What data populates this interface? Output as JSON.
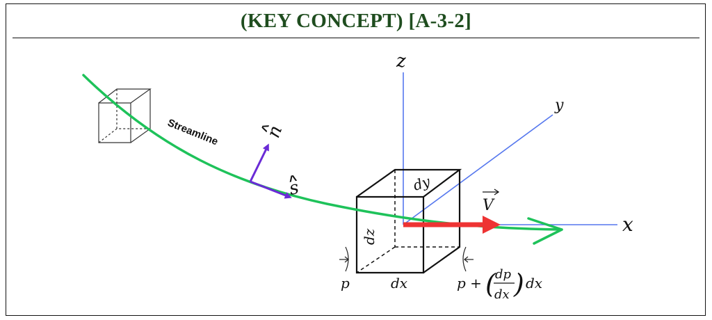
{
  "title": "(KEY CONCEPT) [A-3-2]",
  "colors": {
    "title": "#1f4d1f",
    "streamline": "#1ec25a",
    "axes": "#5577ee",
    "unit_vectors": "#6a2bd6",
    "velocity": "#ee3333",
    "cube": "#111111"
  },
  "labels": {
    "streamline": "Streamline",
    "n_hat": "n",
    "hat": "^",
    "s_hat": "s",
    "z": "z",
    "y": "y",
    "x": "x",
    "V": "V",
    "dy": "dy",
    "dz": "dz",
    "dx": "dx",
    "p_left": "p",
    "p_right": "p +",
    "dp": "dp",
    "dx_frac": "dx",
    "dx_tail": "dx"
  }
}
